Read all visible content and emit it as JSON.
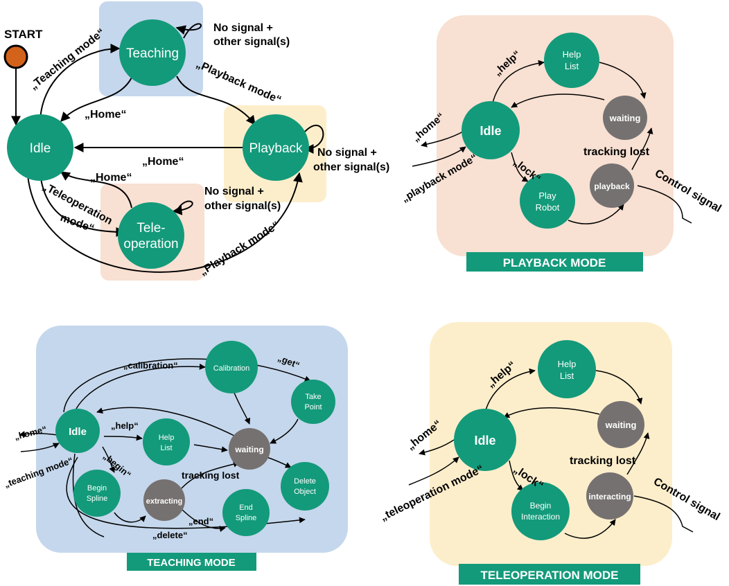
{
  "colors": {
    "node_green": "#139a7a",
    "node_grey": "#767171",
    "start_fill": "#d3621a",
    "teaching_bg": "#c5d7ec",
    "playback_bg": "#fdeecb",
    "teleop_bg": "#f8e0d2",
    "playback_panel_bg": "#f8e0d2",
    "teaching_panel_bg": "#c5d7ec",
    "teleop_panel_bg": "#fdeecb",
    "banner": "#139a7a"
  },
  "overview": {
    "start": "START",
    "nodes": {
      "teaching": "Teaching",
      "idle": "Idle",
      "playback": "Playback",
      "teleop_line1": "Tele-",
      "teleop_line2": "operation"
    },
    "labels": {
      "teaching_mode": "„Teaching mode“",
      "home_teaching": "„Home“",
      "playback_mode_top": "„Playback mode“",
      "home_playback": "„Home“",
      "home_teleop": "„Home“",
      "teleop_mode_1": "„Teleoperation",
      "teleop_mode_2": "mode“",
      "playback_mode_bottom": "„Playback mode“",
      "teaching_self_1": "No signal +",
      "teaching_self_2": "other signal(s)",
      "playback_self_1": "No signal +",
      "playback_self_2": "other signal(s)",
      "teleop_self_1": "No signal +",
      "teleop_self_2": "other signal(s)"
    }
  },
  "playback_panel": {
    "banner": "PLAYBACK MODE",
    "nodes": {
      "idle": "Idle",
      "help_1": "Help",
      "help_2": "List",
      "waiting": "waiting",
      "play_1": "Play",
      "play_2": "Robot",
      "playback": "playback"
    },
    "labels": {
      "help": "„help“",
      "home": "„home“",
      "playback_mode": "„playback mode“",
      "lock": "„lock“",
      "tracking_lost": "tracking lost",
      "control_signal": "Control signal"
    }
  },
  "teaching_panel": {
    "banner": "TEACHING MODE",
    "nodes": {
      "idle": "Idle",
      "calibration": "Calibration",
      "take_1": "Take",
      "take_2": "Point",
      "help_1": "Help",
      "help_2": "List",
      "waiting": "waiting",
      "delete_1": "Delete",
      "delete_2": "Object",
      "begin_1": "Begin",
      "begin_2": "Spline",
      "extracting": "extracting",
      "end_1": "End",
      "end_2": "Spline"
    },
    "labels": {
      "calibration": "„calibration“",
      "get": "„get“",
      "home": "„home“",
      "help": "„help“",
      "begin": "„begin“",
      "teaching_mode": "„teaching mode“",
      "tracking_lost": "tracking lost",
      "end": "„end“",
      "delete": "„delete“"
    }
  },
  "teleop_panel": {
    "banner": "TELEOPERATION MODE",
    "nodes": {
      "idle": "Idle",
      "help_1": "Help",
      "help_2": "List",
      "waiting": "waiting",
      "begin_1": "Begin",
      "begin_2": "Interaction",
      "interacting": "interacting"
    },
    "labels": {
      "help": "„help“",
      "home": "„home“",
      "teleop_mode": "„teleoperation mode“",
      "lock": "„lock“",
      "tracking_lost": "tracking lost",
      "control_signal": "Control signal"
    }
  }
}
